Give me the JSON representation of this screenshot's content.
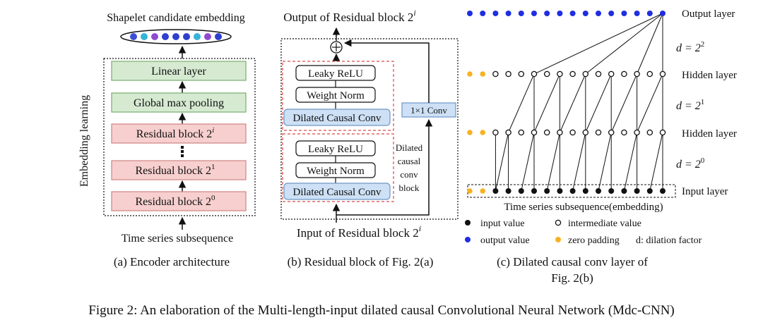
{
  "encoder": {
    "top_label": "Shapelet candidate embedding",
    "side_label": "Embedding learning",
    "blocks": [
      {
        "text": "Linear layer",
        "sup": ""
      },
      {
        "text": "Global max pooling",
        "sup": ""
      },
      {
        "text": "Residual block  2",
        "sup": "i"
      },
      {
        "text": "Residual block  2",
        "sup": "1"
      },
      {
        "text": "Residual block  2",
        "sup": "0"
      }
    ],
    "bottom_label": "Time series subsequence",
    "subcaption": "(a) Encoder architecture"
  },
  "residual": {
    "top_label": "Output of Residual block  2",
    "top_sup": "i",
    "upper_group": [
      "Leaky ReLU",
      "Weight Norm",
      "Dilated Causal Conv"
    ],
    "lower_group": [
      "Leaky ReLU",
      "Weight Norm",
      "Dilated Causal Conv"
    ],
    "skip_label": "1×1 Conv",
    "side_label": [
      "Dilated",
      "causal",
      "conv",
      "block"
    ],
    "bottom_label": "Input of Residual block  2",
    "bottom_sup": "i",
    "subcaption": "(b) Residual block of Fig. 2(a)"
  },
  "dilated": {
    "layers": [
      "Output layer",
      "Hidden layer",
      "Hidden layer",
      "Input layer"
    ],
    "dilations": [
      {
        "text": "d = 2",
        "sup": "2"
      },
      {
        "text": "d = 2",
        "sup": "1"
      },
      {
        "text": "d = 2",
        "sup": "0"
      }
    ],
    "bottom_label": "Time series subsequence(embedding)",
    "legend": [
      {
        "label": "input value",
        "color": "#111111",
        "filled": true
      },
      {
        "label": "intermediate value",
        "color": "#111111",
        "filled": false
      },
      {
        "label": "output value",
        "color": "#1f2ee0",
        "filled": true
      },
      {
        "label": "zero padding",
        "color": "#f5b324",
        "filled": true
      },
      {
        "label": "d: dilation factor",
        "color": "",
        "filled": false
      }
    ],
    "subcaption_line1": "(c) Dilated causal conv layer of",
    "subcaption_line2": "Fig. 2(b)"
  },
  "colors": {
    "green_fill": "#d6ead2",
    "green_stroke": "#7fb274",
    "pink_fill": "#f7cfcf",
    "pink_stroke": "#d38b8b",
    "blue_fill": "#cde0f5",
    "blue_stroke": "#6e97c8",
    "dash_red": "#d94a4a",
    "output_blue": "#1f2ee0",
    "padding_yellow": "#f5b324"
  },
  "embedding_dot_colors": [
    "#3d4fd6",
    "#36b3d6",
    "#8f4bd0",
    "#2f3fd0",
    "#2f3fd0",
    "#2f3fd0",
    "#36b3d6",
    "#8f4bd0",
    "#2f3fd0"
  ],
  "caption": "Figure 2: An elaboration of the Multi-length-input dilated causal Convolutional Neural Network (Mdc-CNN)"
}
